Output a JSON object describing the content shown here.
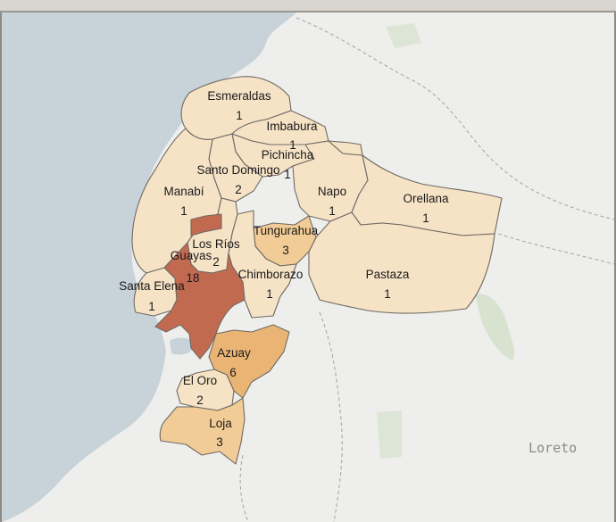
{
  "colors": {
    "sea": "#c7d3d8",
    "land": "#eeeeec",
    "low": "#f6e3c6",
    "mid": "#f2cc96",
    "high": "#eab574",
    "max": "#c26a50",
    "border": "#6e6a63",
    "green": "#d7e2cf"
  },
  "background_label": "Loreto",
  "provinces": [
    {
      "id": "esmeraldas",
      "name": "Esmeraldas",
      "count": "1",
      "level": "low"
    },
    {
      "id": "imbabura",
      "name": "Imbabura",
      "count": "1",
      "level": "low"
    },
    {
      "id": "pichincha",
      "name": "Pichincha",
      "count": "1",
      "level": "low"
    },
    {
      "id": "santo-domingo",
      "name": "Santo Domingo",
      "count": "2",
      "level": "low"
    },
    {
      "id": "manabi",
      "name": "Manabí",
      "count": "1",
      "level": "low"
    },
    {
      "id": "napo",
      "name": "Napo",
      "count": "1",
      "level": "low"
    },
    {
      "id": "orellana",
      "name": "Orellana",
      "count": "1",
      "level": "low"
    },
    {
      "id": "tungurahua",
      "name": "Tungurahua",
      "count": "3",
      "level": "mid"
    },
    {
      "id": "los-rios",
      "name": "Los Ríos",
      "count": "2",
      "level": "low"
    },
    {
      "id": "guayas",
      "name": "Guayas",
      "count": "18",
      "level": "max"
    },
    {
      "id": "chimborazo",
      "name": "Chimborazo",
      "count": "1",
      "level": "low"
    },
    {
      "id": "pastaza",
      "name": "Pastaza",
      "count": "1",
      "level": "low"
    },
    {
      "id": "santa-elena",
      "name": "Santa Elena",
      "count": "1",
      "level": "low"
    },
    {
      "id": "azuay",
      "name": "Azuay",
      "count": "6",
      "level": "high"
    },
    {
      "id": "el-oro",
      "name": "El Oro",
      "count": "2",
      "level": "low"
    },
    {
      "id": "loja",
      "name": "Loja",
      "count": "3",
      "level": "mid"
    }
  ]
}
